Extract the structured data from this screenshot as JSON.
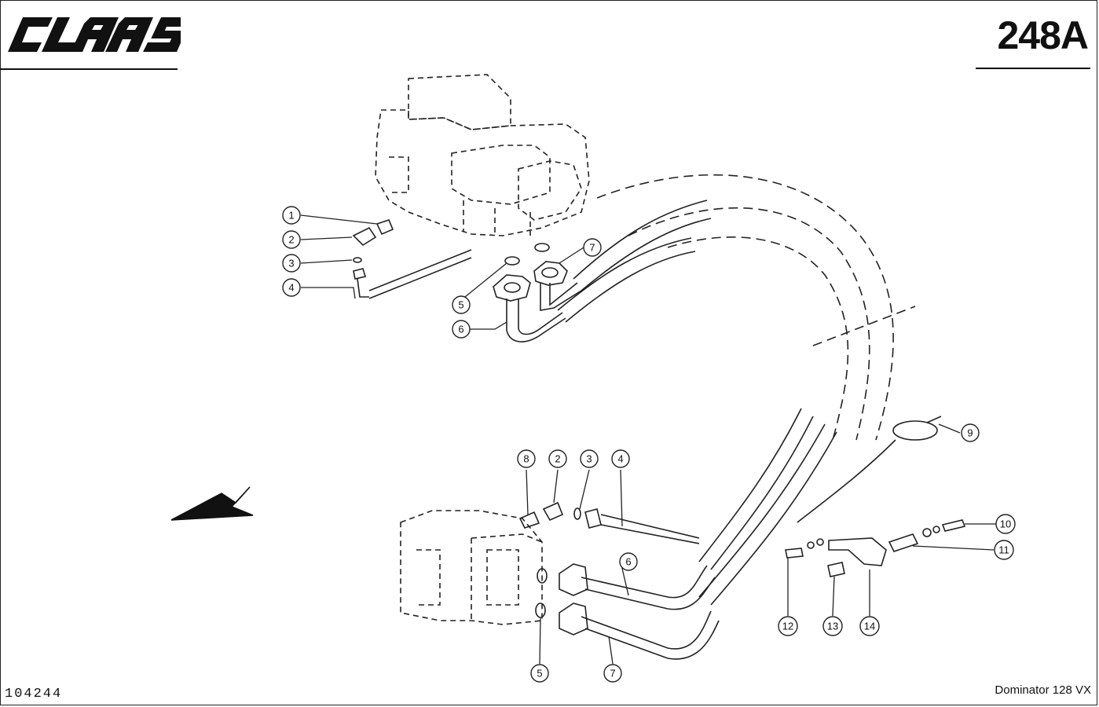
{
  "header": {
    "brand": "CLAAS",
    "page_code": "248A"
  },
  "footer": {
    "document_number": "104244",
    "model": "Dominator 128 VX"
  },
  "callouts": [
    {
      "id": "c1",
      "label": "1"
    },
    {
      "id": "c2a",
      "label": "2"
    },
    {
      "id": "c3a",
      "label": "3"
    },
    {
      "id": "c4a",
      "label": "4"
    },
    {
      "id": "c5a",
      "label": "5"
    },
    {
      "id": "c6a",
      "label": "6"
    },
    {
      "id": "c7a",
      "label": "7"
    },
    {
      "id": "c8",
      "label": "8"
    },
    {
      "id": "c2b",
      "label": "2"
    },
    {
      "id": "c3b",
      "label": "3"
    },
    {
      "id": "c4b",
      "label": "4"
    },
    {
      "id": "c9",
      "label": "9"
    },
    {
      "id": "c10",
      "label": "10"
    },
    {
      "id": "c11",
      "label": "11"
    },
    {
      "id": "c6b",
      "label": "6"
    },
    {
      "id": "c12",
      "label": "12"
    },
    {
      "id": "c13",
      "label": "13"
    },
    {
      "id": "c14",
      "label": "14"
    },
    {
      "id": "c5b",
      "label": "5"
    },
    {
      "id": "c7b",
      "label": "7"
    }
  ]
}
